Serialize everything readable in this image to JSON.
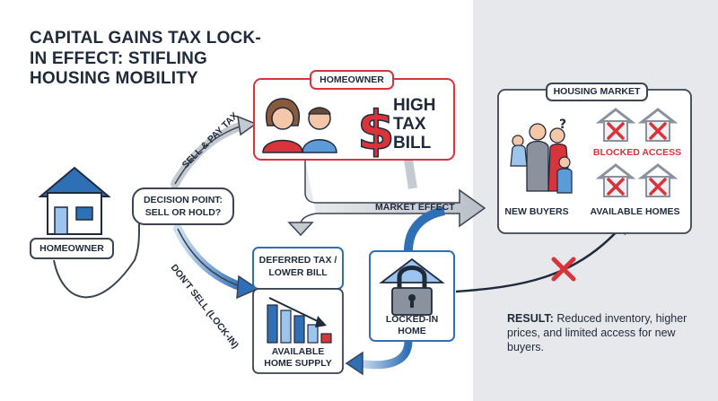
{
  "title": "CAPITAL GAINS TAX LOCK-IN EFFECT: STIFLING HOUSING MOBILITY",
  "homeowner_left_label": "HOMEOWNER",
  "decision_point": "DECISION POINT: SELL OR HOLD?",
  "sell_label": "SELL & PAY TAX",
  "dont_sell_label": "DON'T SELL (LOCK-IN)",
  "homeowner_top_label": "HOMEOWNER",
  "high_tax_bill": "HIGH TAX BILL",
  "market_effect": "MARKET EFFECT",
  "deferred_tax": "DEFERRED TAX / LOWER BILL",
  "available_home_supply": "AVAILABLE HOME SUPPLY",
  "locked_in_home": "LOCKED-IN HOME",
  "housing_market_label": "HOUSING MARKET",
  "blocked_access": "BLOCKED ACCESS",
  "new_buyers": "NEW BUYERS",
  "available_homes": "AVAILABLE HOMES",
  "result_bold": "RESULT:",
  "result_text": "Reduced inventory, higher prices, and limited access for new buyers.",
  "colors": {
    "navy": "#1f2a3a",
    "blue": "#2f6fb5",
    "lightblue": "#9cc4ec",
    "red": "#d8343a",
    "gray": "#8a929e",
    "panel": "#e6e8ec"
  }
}
